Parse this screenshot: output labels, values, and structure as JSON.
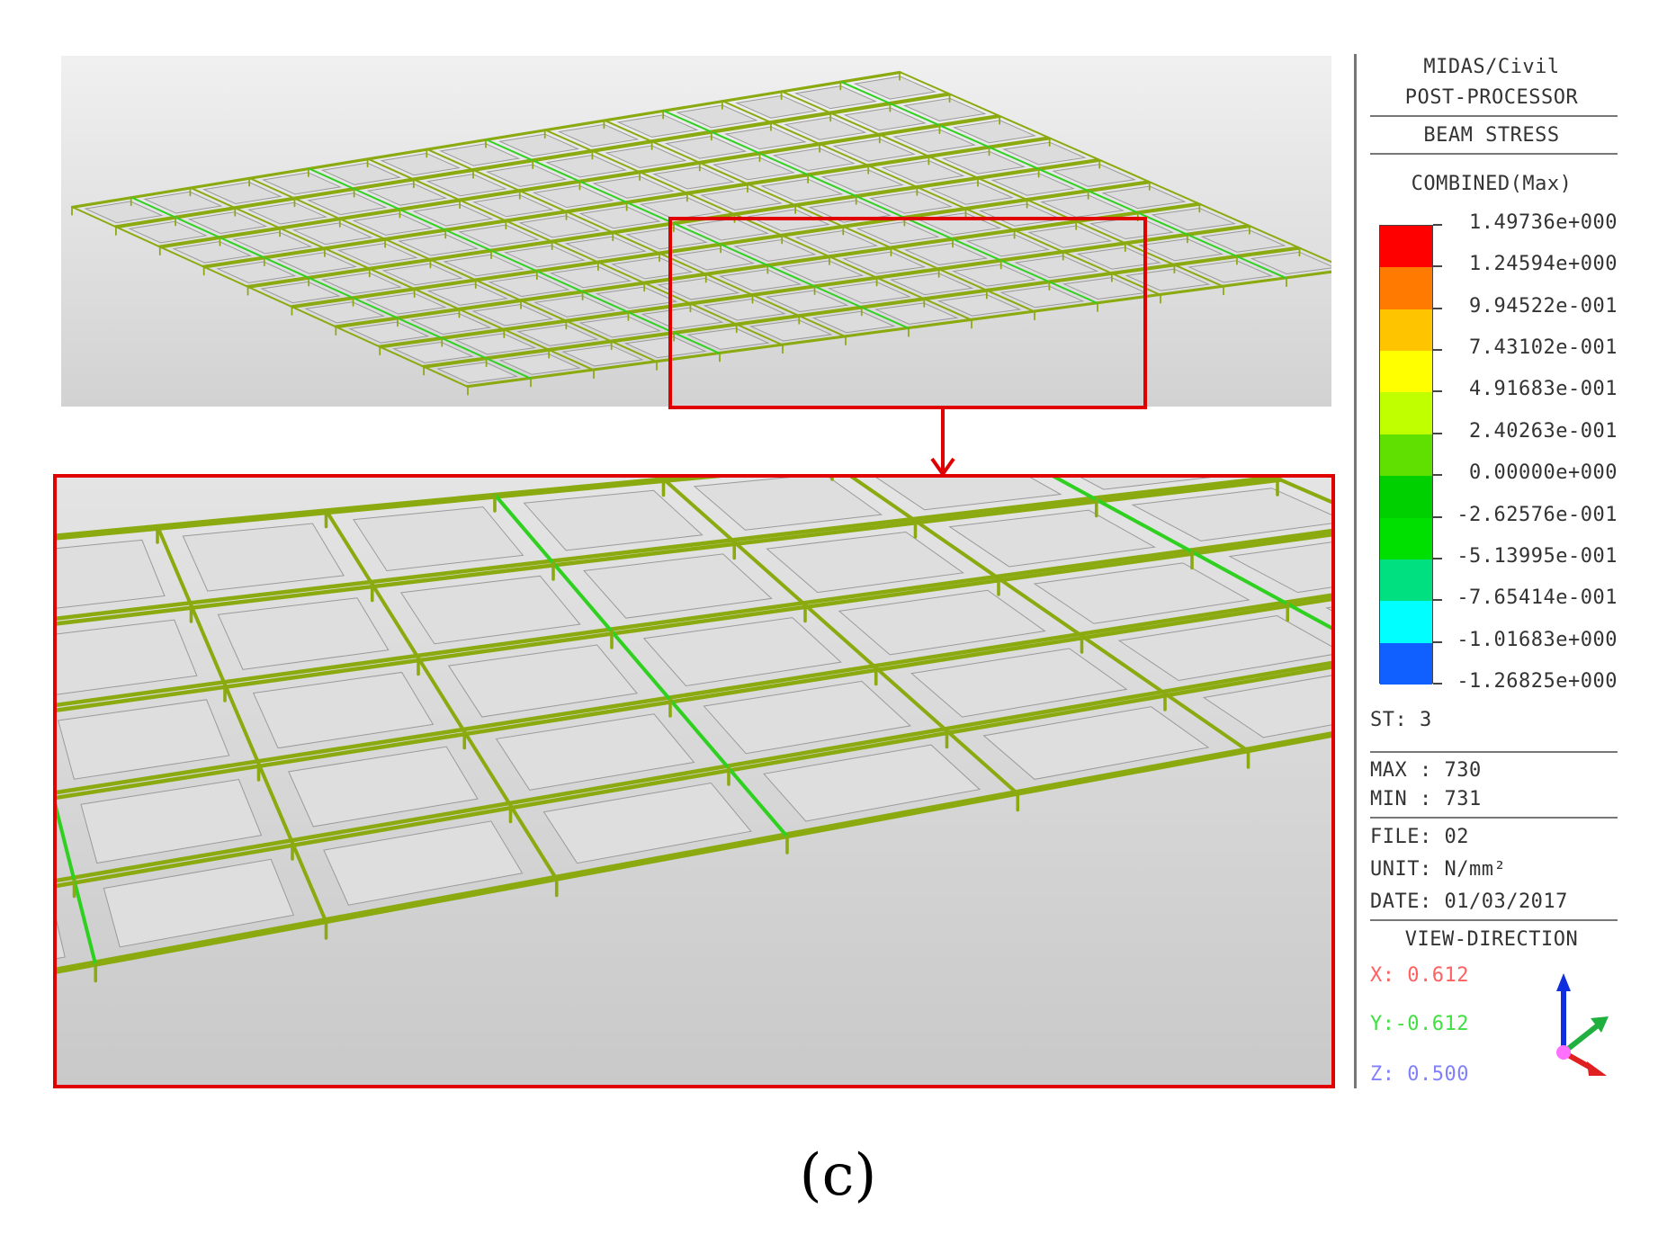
{
  "legend": {
    "title_line1": "MIDAS/Civil",
    "title_line2": "POST-PROCESSOR",
    "result_type": "BEAM STRESS",
    "component": "COMBINED(Max)",
    "scale_values": [
      "1.49736e+000",
      "1.24594e+000",
      "9.94522e-001",
      "7.43102e-001",
      "4.91683e-001",
      "2.40263e-001",
      "0.00000e+000",
      "-2.62576e-001",
      "-5.13995e-001",
      "-7.65414e-001",
      "-1.01683e+000",
      "-1.26825e+000"
    ],
    "scale_colors": [
      "#ff0000",
      "#ff7a00",
      "#ffc400",
      "#ffff00",
      "#c0ff00",
      "#60e000",
      "#00d000",
      "#00e000",
      "#00e080",
      "#00ffff",
      "#1060ff"
    ],
    "step": "ST: 3",
    "max_line": "MAX : 730",
    "min_line": "MIN : 731",
    "file_line": "FILE: 02",
    "unit_line": "UNIT: N/mm²",
    "date_line": "DATE: 01/03/2017",
    "view_direction_label": "VIEW-DIRECTION",
    "view_x": "X: 0.612",
    "view_y": "Y:-0.612",
    "view_z": "Z: 0.500",
    "view_colors": {
      "x": "#ff6060",
      "y": "#40e040",
      "z": "#8080ff"
    }
  },
  "caption": "(c)",
  "highlight_color": "#e00000",
  "mesh_color": "#8aaa10",
  "mesh_highlight": "#30d020"
}
